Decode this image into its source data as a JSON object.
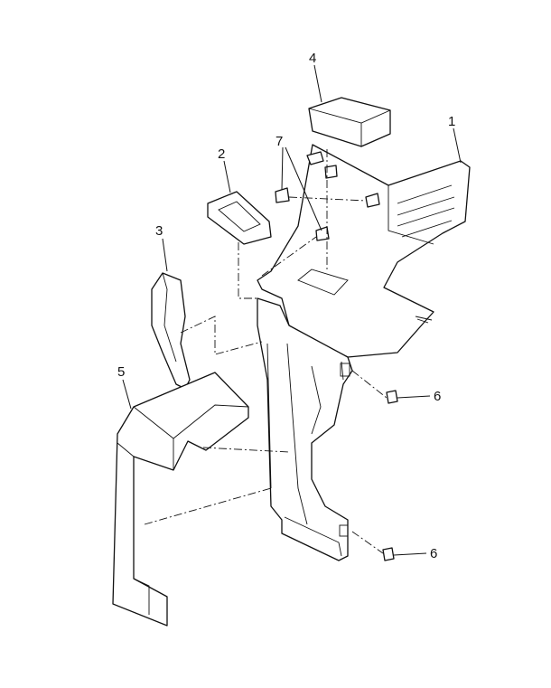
{
  "diagram": {
    "callouts": [
      {
        "id": "callout-1",
        "label": "1"
      },
      {
        "id": "callout-2",
        "label": "2"
      },
      {
        "id": "callout-3",
        "label": "3"
      },
      {
        "id": "callout-4",
        "label": "4"
      },
      {
        "id": "callout-5",
        "label": "5"
      },
      {
        "id": "callout-6a",
        "label": "6"
      },
      {
        "id": "callout-6b",
        "label": "6"
      },
      {
        "id": "callout-7",
        "label": "7"
      }
    ]
  }
}
